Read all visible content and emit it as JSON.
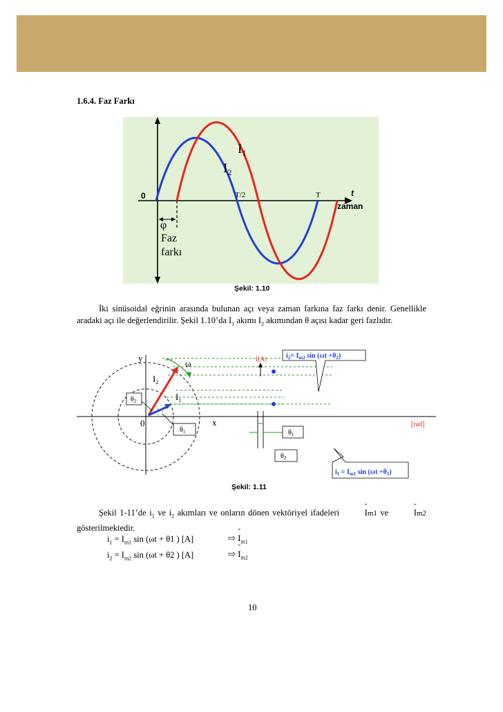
{
  "section": {
    "title": "1.6.4. Faz Farkı"
  },
  "figure1": {
    "caption": "Şekil: 1.10",
    "labels": {
      "origin": "0",
      "i1": "I",
      "i1_sub": "1",
      "i2": "I",
      "i2_sub": "2",
      "half_period": "T/2",
      "period": "T",
      "t": "t",
      "time_axis": "zaman",
      "phi": "φ",
      "faz": "Faz",
      "fark": "farkı"
    },
    "colors": {
      "background": "#e3f2d6",
      "i1": "#e8231c",
      "i2": "#1f3fd8"
    }
  },
  "paragraph1": {
    "p1": "İki sinüsoidal eğrinin arasında bulunan açı veya zaman farkına faz farkı denir. Genellikle aradaki açı ile değerlendirilir. Şekil 1.10’da I",
    "s1": "1",
    "p2": " akımı I",
    "s2": "2",
    "p3": " akımından θ açısı kadar geri fazlıdır."
  },
  "figure2": {
    "caption": "Şekil: 1.11",
    "labels": {
      "y": "y",
      "x": "x",
      "origin": "0",
      "omega": "ω",
      "vec_i2": "I",
      "vec_i2_sub": "2",
      "vec_i1": "I",
      "vec_i1_sub": "1",
      "theta2": "θ",
      "theta2_sub": "2",
      "theta1": "θ",
      "theta1_sub": "1",
      "i_axis": "i",
      "i_unit": "[A]",
      "rad": "[rad]",
      "theta1_box": "θ",
      "theta1_box_sub": "1",
      "theta2_box": "θ",
      "theta2_box_sub": "2",
      "callout_top": {
        "i": "i",
        "isub": "2",
        "eq": "= I",
        "msub": "m2",
        "rest": " sin (ωt +θ",
        "tsub": "2",
        "end": ")"
      },
      "callout_bottom": {
        "i": "i",
        "isub": "1",
        "eq": " = I",
        "msub": "m1",
        "rest": " sin (ωt +θ",
        "tsub": "1",
        "end": ")"
      }
    },
    "colors": {
      "i1": "#1f3fd8",
      "i2": "#e8231c",
      "dashes": "#2a9a2a",
      "callout": "#1f3fd8"
    }
  },
  "paragraph2": {
    "p1": "Şekil 1-11’de i",
    "s1": "1",
    "p2": " ve i",
    "s2": "2",
    "p3": " akımları ve onların dönen vektöriyel ifadeleri ",
    "v1": "I",
    "v1sub": "m1",
    "mid": " ve ",
    "v2": "I",
    "v2sub": "m2",
    "p4": " gösterilmektedir."
  },
  "formulas": [
    {
      "lhs": "i",
      "lhs_sub": "1",
      "eq": " = I",
      "msub": "m1",
      "rest": " sin (ωt + θ1 )  [A]",
      "arrow": "⇨",
      "vec": "I",
      "vec_sub": "m1"
    },
    {
      "lhs": "i",
      "lhs_sub": "2",
      "eq": " = I",
      "msub": "m2",
      "rest": " sin (ωt + θ2 )  [A]",
      "arrow": "⇨",
      "vec": "I",
      "vec_sub": "m2"
    }
  ],
  "page_number": "10",
  "colors": {
    "header_band": "#c9a96b"
  }
}
